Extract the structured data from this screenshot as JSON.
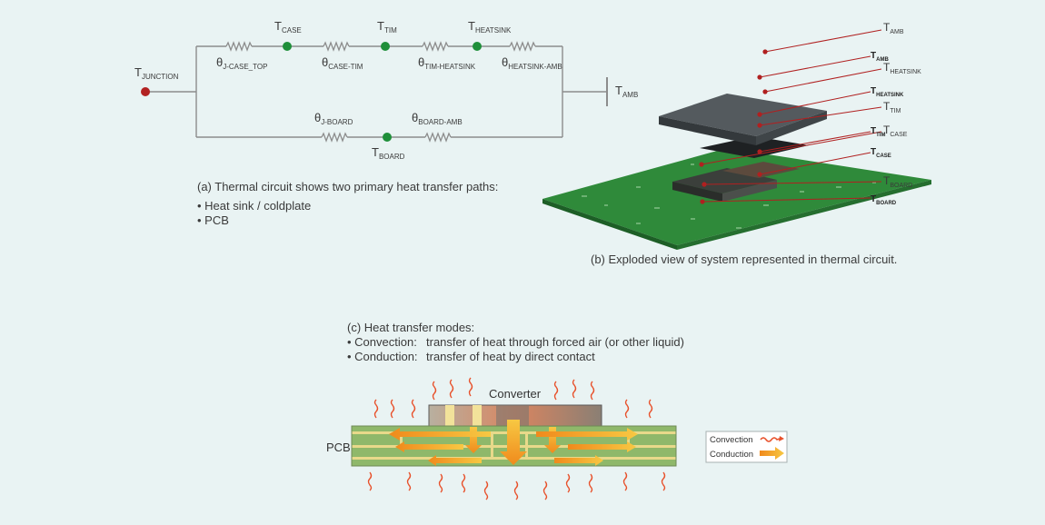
{
  "circuit": {
    "nodes": {
      "junction": {
        "main": "T",
        "sub": "JUNCTION"
      },
      "case": {
        "main": "T",
        "sub": "CASE"
      },
      "tim": {
        "main": "T",
        "sub": "TIM"
      },
      "heatsink": {
        "main": "T",
        "sub": "HEATSINK"
      },
      "amb": {
        "main": "T",
        "sub": "AMB"
      },
      "board": {
        "main": "T",
        "sub": "BOARD"
      }
    },
    "resistors": {
      "j_case_top": {
        "main": "θ",
        "sub": "J-CASE_TOP"
      },
      "case_tim": {
        "main": "θ",
        "sub": "CASE-TIM"
      },
      "tim_heatsink": {
        "main": "θ",
        "sub": "TIM-HEATSINK"
      },
      "heatsink_amb": {
        "main": "θ",
        "sub": "HEATSINK-AMB"
      },
      "j_board": {
        "main": "θ",
        "sub": "J-BOARD"
      },
      "board_amb": {
        "main": "θ",
        "sub": "BOARD-AMB"
      }
    },
    "colors": {
      "junction": "#b22222",
      "node": "#1f8f3a",
      "wire": "#8c8c8c"
    }
  },
  "caption_a": {
    "title": "(a) Thermal circuit shows two primary heat transfer paths:",
    "items": [
      "• Heat sink / coldplate",
      "• PCB"
    ]
  },
  "exploded": {
    "labels": [
      {
        "main": "T",
        "sub": "AMB"
      },
      {
        "main": "T",
        "sub": "AMB"
      },
      {
        "main": "T",
        "sub": "HEATSINK"
      },
      {
        "main": "T",
        "sub": "HEATSINK"
      },
      {
        "main": "T",
        "sub": "TIM"
      },
      {
        "main": "T",
        "sub": "TIM"
      },
      {
        "main": "T",
        "sub": "CASE"
      },
      {
        "main": "T",
        "sub": "CASE"
      },
      {
        "main": "T",
        "sub": "BOARD"
      },
      {
        "main": "T",
        "sub": "BOARD"
      }
    ],
    "caption": "(b) Exploded view of system represented in thermal circuit.",
    "colors": {
      "pcb": "#2f8a3a",
      "heatsink": "#4a4f52",
      "leader": "#b02020"
    }
  },
  "caption_c": {
    "title": "(c) Heat transfer modes:",
    "lines": [
      {
        "term": "• Convection:",
        "desc": "transfer of heat through forced air (or other liquid)"
      },
      {
        "term": "• Conduction:",
        "desc": "transfer of heat by direct contact"
      }
    ]
  },
  "modes": {
    "converter_label": "Converter",
    "pcb_label": "PCB",
    "legend": {
      "convection": "Convection",
      "conduction": "Conduction"
    },
    "colors": {
      "convection": "#e8502a",
      "conduction": "#f5a623",
      "pcb": "#8fb86a"
    }
  }
}
